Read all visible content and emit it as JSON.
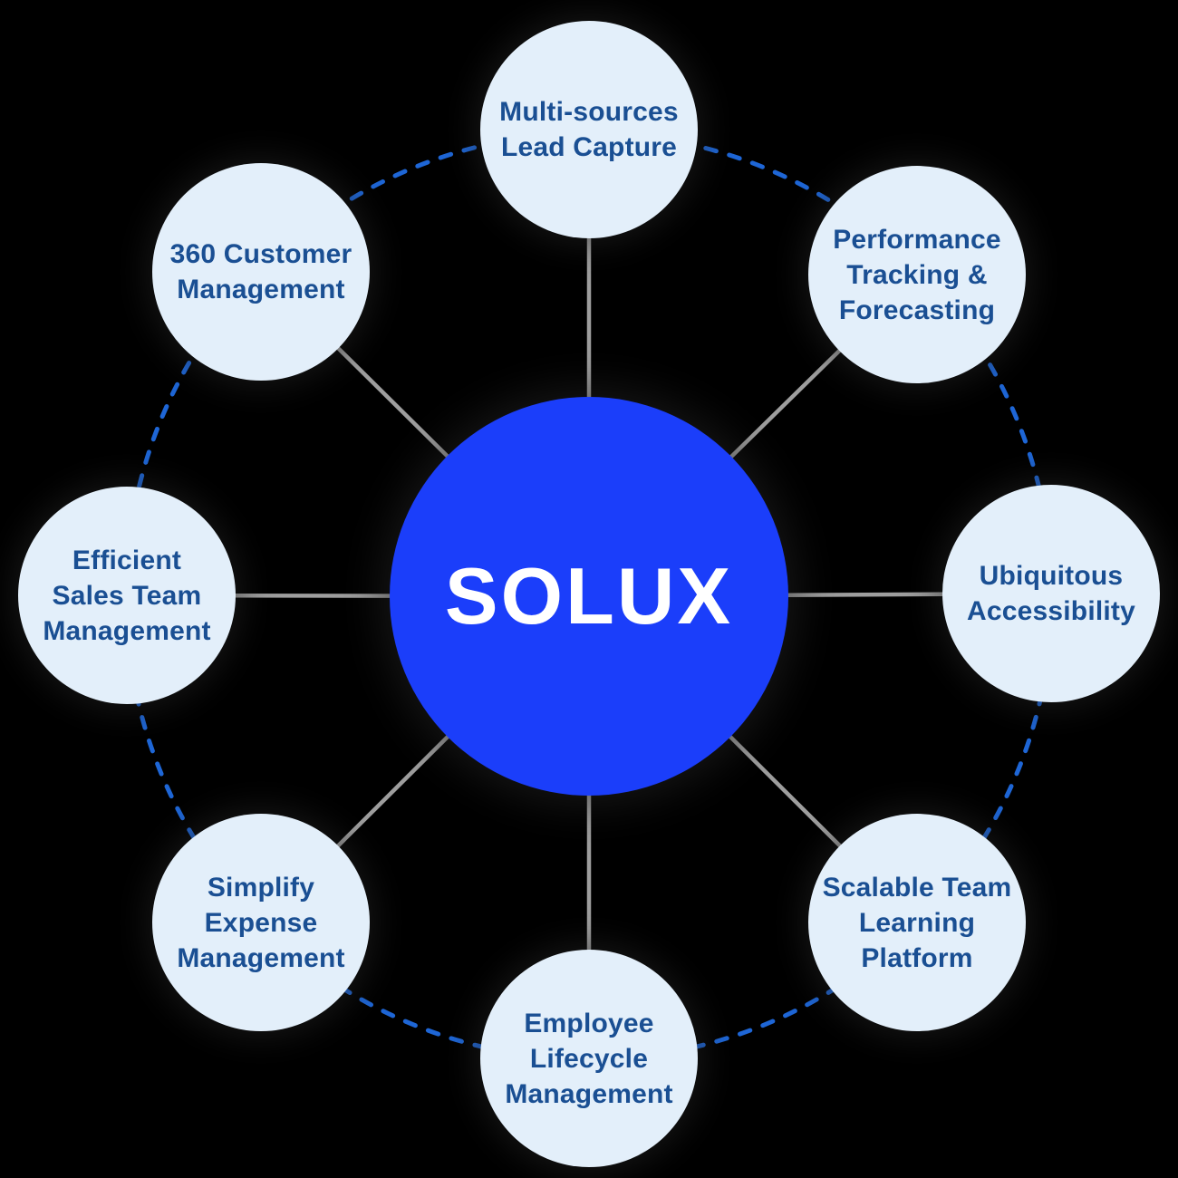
{
  "diagram": {
    "center": {
      "label": "SOLUX"
    },
    "nodes": [
      {
        "id": "multi-sources-lead-capture",
        "label": "Multi-sources\nLead Capture"
      },
      {
        "id": "performance-tracking-forecasting",
        "label": "Performance\nTracking &\nForecasting"
      },
      {
        "id": "ubiquitous-accessibility",
        "label": "Ubiquitous\nAccessibility"
      },
      {
        "id": "scalable-team-learning-platform",
        "label": "Scalable Team\nLearning\nPlatform"
      },
      {
        "id": "employee-lifecycle-management",
        "label": "Employee\nLifecycle\nManagement"
      },
      {
        "id": "simplify-expense-management",
        "label": "Simplify\nExpense\nManagement"
      },
      {
        "id": "efficient-sales-team-management",
        "label": "Efficient\nSales Team\nManagement"
      },
      {
        "id": "360-customer-management",
        "label": "360 Customer\nManagement"
      }
    ]
  },
  "colors": {
    "bg_color": "#000000",
    "hub_fill": "#1b3efa",
    "hub_text_color": "#ffffff",
    "node_fill": "#e3effa",
    "label_color": "#1a4f93",
    "ring_color": "#1e66d6",
    "spoke_color": "#9e9e9e"
  }
}
